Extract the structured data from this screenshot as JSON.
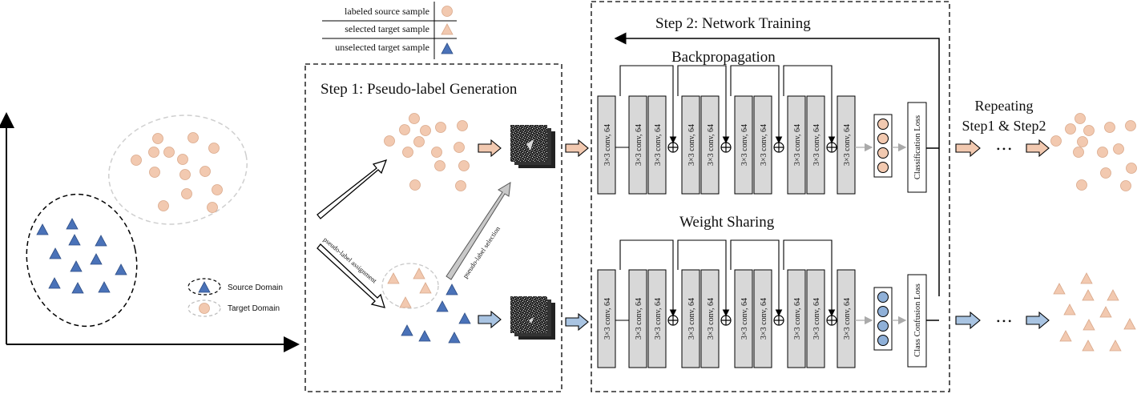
{
  "legend": {
    "labeled_source": "labeled source sample",
    "selected_target": "selected target sample",
    "unselected_target": "unselected target sample"
  },
  "domains": {
    "source": "Source Domain",
    "target": "Target Domain"
  },
  "step1": {
    "title": "Step 1: Pseudo-label Generation",
    "assignment": "pseudo-label assignment",
    "selection": "pseudo-label selection"
  },
  "step2": {
    "title": "Step 2: Network Training",
    "backprop": "Backpropagation",
    "weight_sharing": "Weight  Sharing",
    "conv_label": "3×3 conv, 64",
    "class_loss": "Classification Loss",
    "confusion_loss": "Class Confusion Loss"
  },
  "repeat": {
    "line1": "Repeating",
    "line2": "Step1 & Step2",
    "ellipsis": "• • •"
  },
  "colors": {
    "peach": "#f2c9b0",
    "peach_stroke": "#d9a88a",
    "blue": "#4a72b8",
    "blue_light": "#8fb0d8",
    "gray_box": "#d8d8d8",
    "arrow_gray": "#c8c8c8"
  },
  "icons": {
    "plus": "circle-plus-icon",
    "arrow": "block-arrow-icon"
  }
}
